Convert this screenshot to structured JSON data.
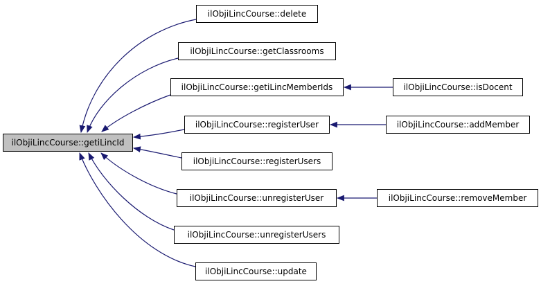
{
  "diagram": {
    "type": "call-graph",
    "focus_node": "ilObjiLincCourse::getiLincId",
    "nodes": {
      "getiLincId": {
        "label": "ilObjiLincCourse::getiLincId",
        "highlighted": true
      },
      "delete_fn": {
        "label": "ilObjiLincCourse::delete"
      },
      "getClassrooms": {
        "label": "ilObjiLincCourse::getClassrooms"
      },
      "getiLincMemberIds": {
        "label": "ilObjiLincCourse::getiLincMemberIds"
      },
      "registerUser": {
        "label": "ilObjiLincCourse::registerUser"
      },
      "registerUsers": {
        "label": "ilObjiLincCourse::registerUsers"
      },
      "unregisterUser": {
        "label": "ilObjiLincCourse::unregisterUser"
      },
      "unregisterUsers": {
        "label": "ilObjiLincCourse::unregisterUsers"
      },
      "update_fn": {
        "label": "ilObjiLincCourse::update"
      },
      "isDocent": {
        "label": "ilObjiLincCourse::isDocent"
      },
      "addMember": {
        "label": "ilObjiLincCourse::addMember"
      },
      "removeMember": {
        "label": "ilObjiLincCourse::removeMember"
      }
    },
    "edges": [
      {
        "from": "ilObjiLincCourse::delete",
        "to": "ilObjiLincCourse::getiLincId"
      },
      {
        "from": "ilObjiLincCourse::getClassrooms",
        "to": "ilObjiLincCourse::getiLincId"
      },
      {
        "from": "ilObjiLincCourse::getiLincMemberIds",
        "to": "ilObjiLincCourse::getiLincId"
      },
      {
        "from": "ilObjiLincCourse::registerUser",
        "to": "ilObjiLincCourse::getiLincId"
      },
      {
        "from": "ilObjiLincCourse::registerUsers",
        "to": "ilObjiLincCourse::getiLincId"
      },
      {
        "from": "ilObjiLincCourse::unregisterUser",
        "to": "ilObjiLincCourse::getiLincId"
      },
      {
        "from": "ilObjiLincCourse::unregisterUsers",
        "to": "ilObjiLincCourse::getiLincId"
      },
      {
        "from": "ilObjiLincCourse::update",
        "to": "ilObjiLincCourse::getiLincId"
      },
      {
        "from": "ilObjiLincCourse::isDocent",
        "to": "ilObjiLincCourse::getiLincMemberIds"
      },
      {
        "from": "ilObjiLincCourse::addMember",
        "to": "ilObjiLincCourse::registerUser"
      },
      {
        "from": "ilObjiLincCourse::removeMember",
        "to": "ilObjiLincCourse::unregisterUser"
      }
    ]
  },
  "colors": {
    "background": "#ffffff",
    "node-fill": "#ffffff",
    "node-border": "#000000",
    "focus-fill": "#c0c0c0",
    "edge": "#191970",
    "text": "#000000"
  }
}
